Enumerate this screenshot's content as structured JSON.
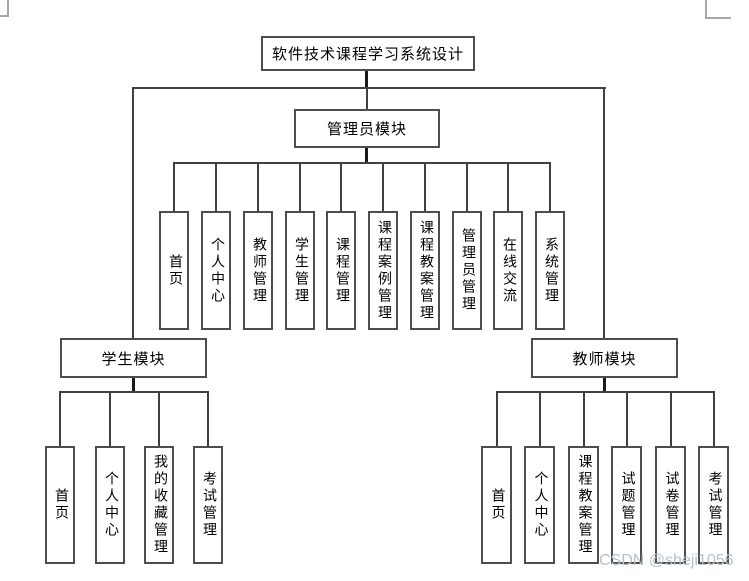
{
  "page": {
    "watermark": "CSDN @sheji1056"
  },
  "colors": {
    "background": "#ffffff",
    "box-border": "#4d4d4d",
    "line": "#404040",
    "stem": "#1a1a1a",
    "watermark": "#b8bfcb",
    "mark": "#a8a8a8"
  },
  "diagram": {
    "root": {
      "label": "软件技术课程学习系统设计"
    },
    "admin": {
      "label": "管理员模块",
      "children": [
        "首页",
        "个人中心",
        "教师管理",
        "学生管理",
        "课程管理",
        "课程案例管理",
        "课程教案管理",
        "管理员管理",
        "在线交流",
        "系统管理"
      ]
    },
    "student": {
      "label": "学生模块",
      "children": [
        "首页",
        "个人中心",
        "我的收藏管理",
        "考试管理"
      ]
    },
    "teacher": {
      "label": "教师模块",
      "children": [
        "首页",
        "个人中心",
        "课程教案管理",
        "试题管理",
        "试卷管理",
        "考试管理"
      ]
    }
  }
}
